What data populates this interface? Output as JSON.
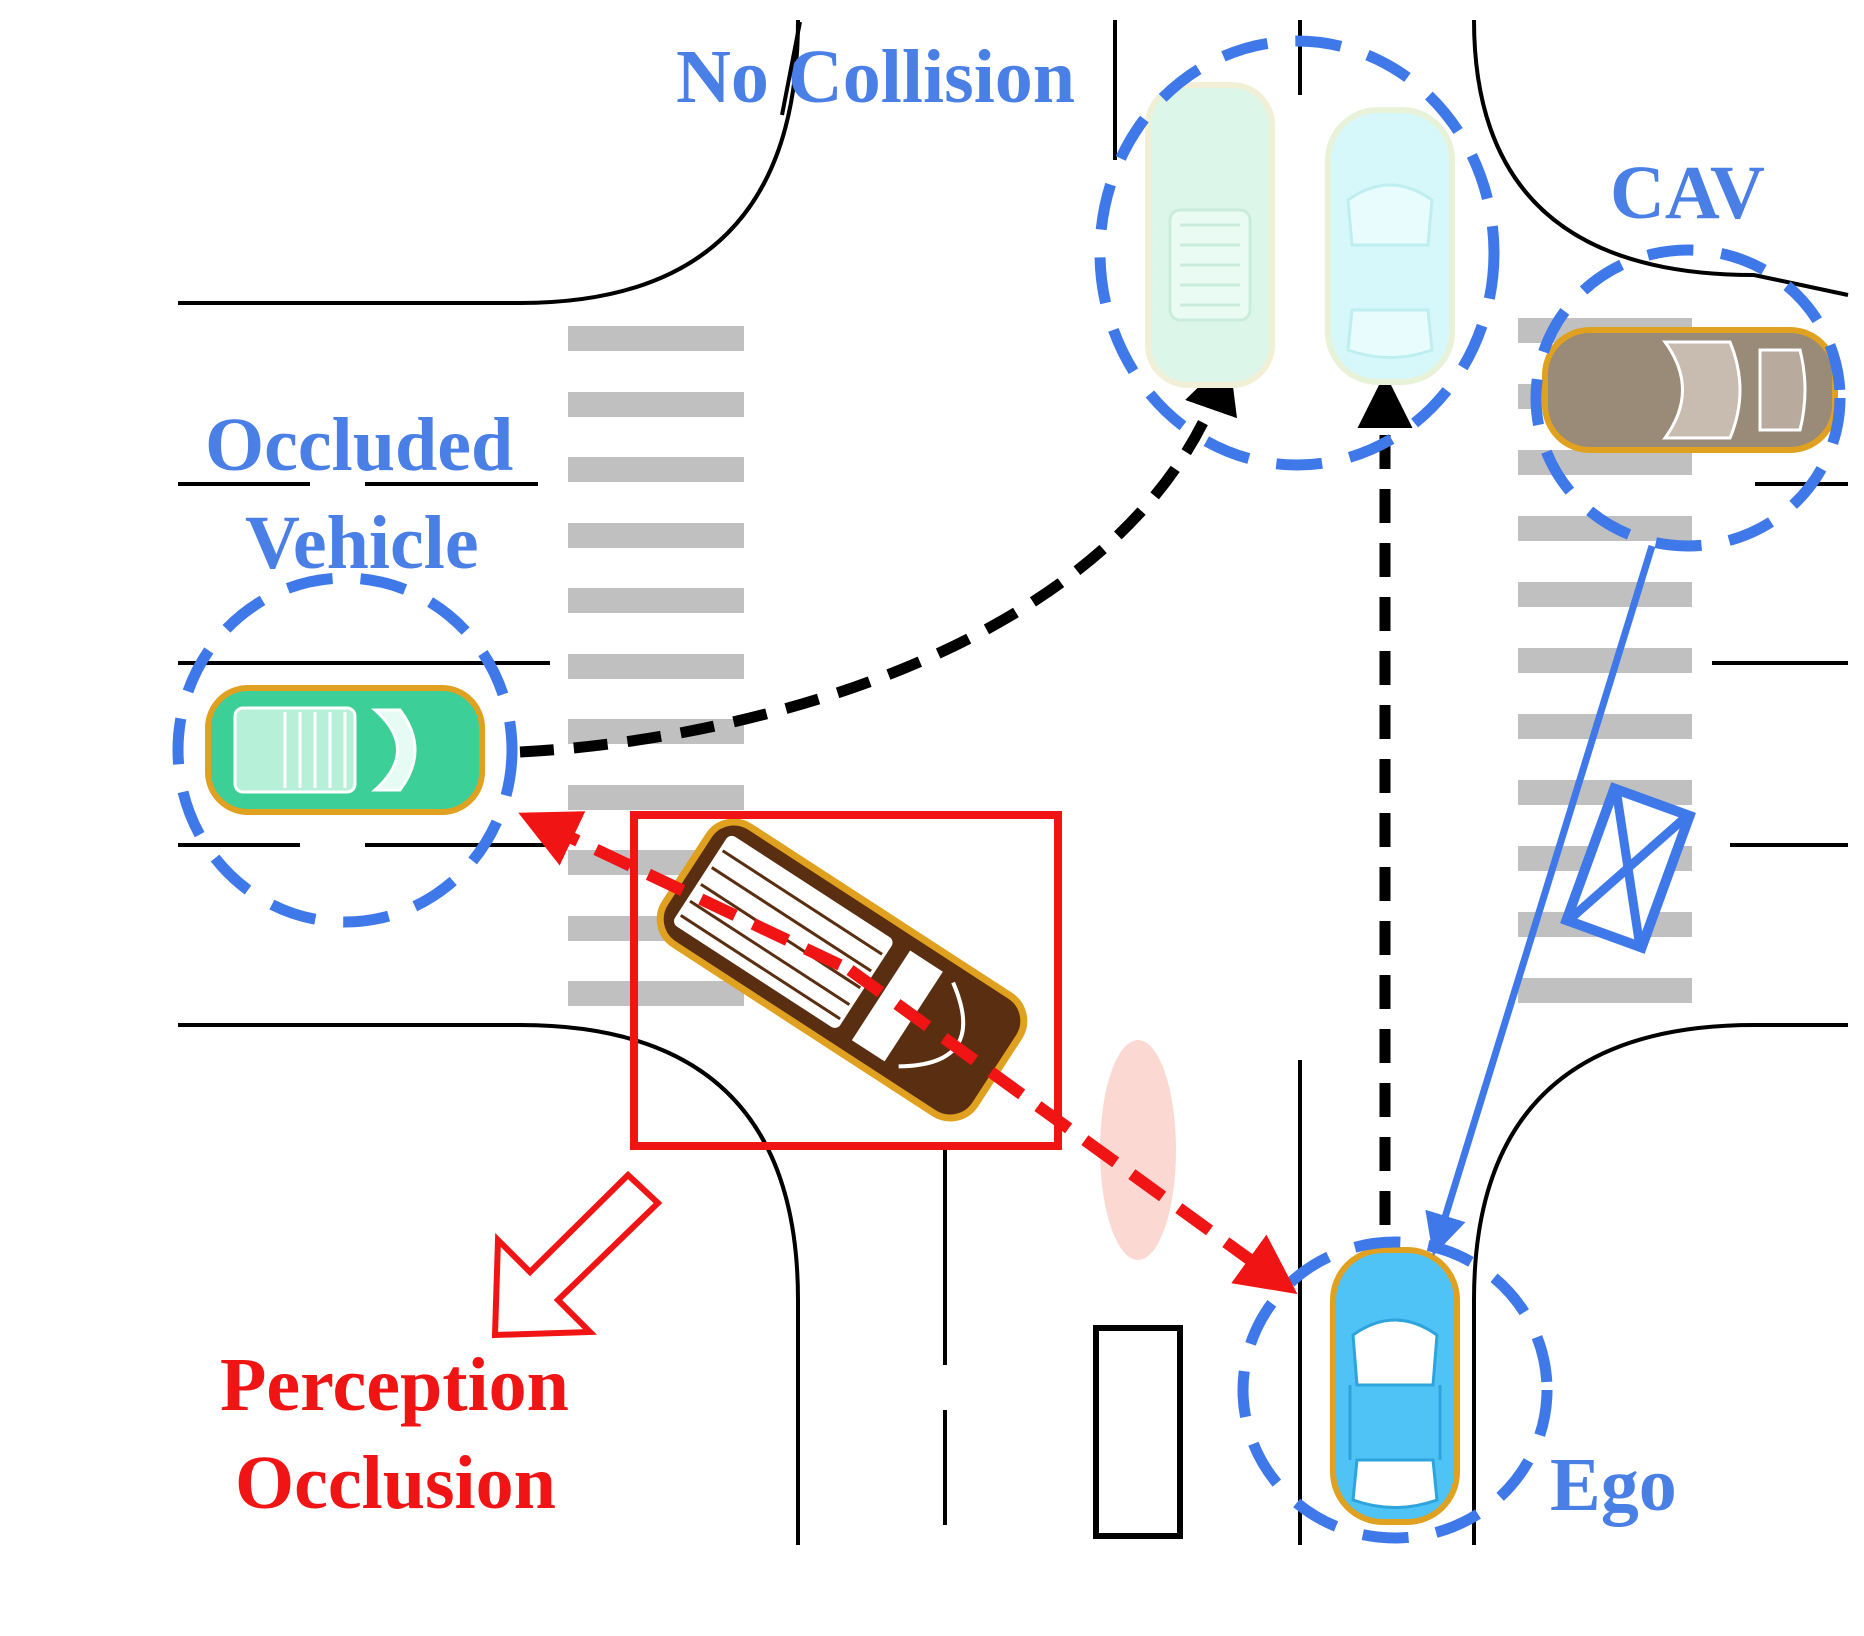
{
  "labels": {
    "no_collision": "No Collision",
    "cav": "CAV",
    "occluded_line1": "Occluded",
    "occluded_line2": "Vehicle",
    "perception_line1": "Perception",
    "perception_line2": "Occlusion",
    "ego": "Ego"
  },
  "colors": {
    "label_blue": "#4a7fe6",
    "ring_blue": "#3f78e8",
    "occlusion_red": "#f01414",
    "crosswalk_gray": "#c0c0c0",
    "road_line": "#000000",
    "ego_car": "#4fc3f5",
    "occluded_car": "#3ccf98",
    "cav_car": "#9a8a78",
    "truck": "#5a2e10",
    "ghost_green": "#dcf6ea",
    "ghost_cyan": "#d6f8fa",
    "pedestrian_zone": "#fbd9d2"
  },
  "icons": {
    "blocked_link": "envelope-cross-icon",
    "occlusion_arrow": "hollow-arrow-icon"
  }
}
